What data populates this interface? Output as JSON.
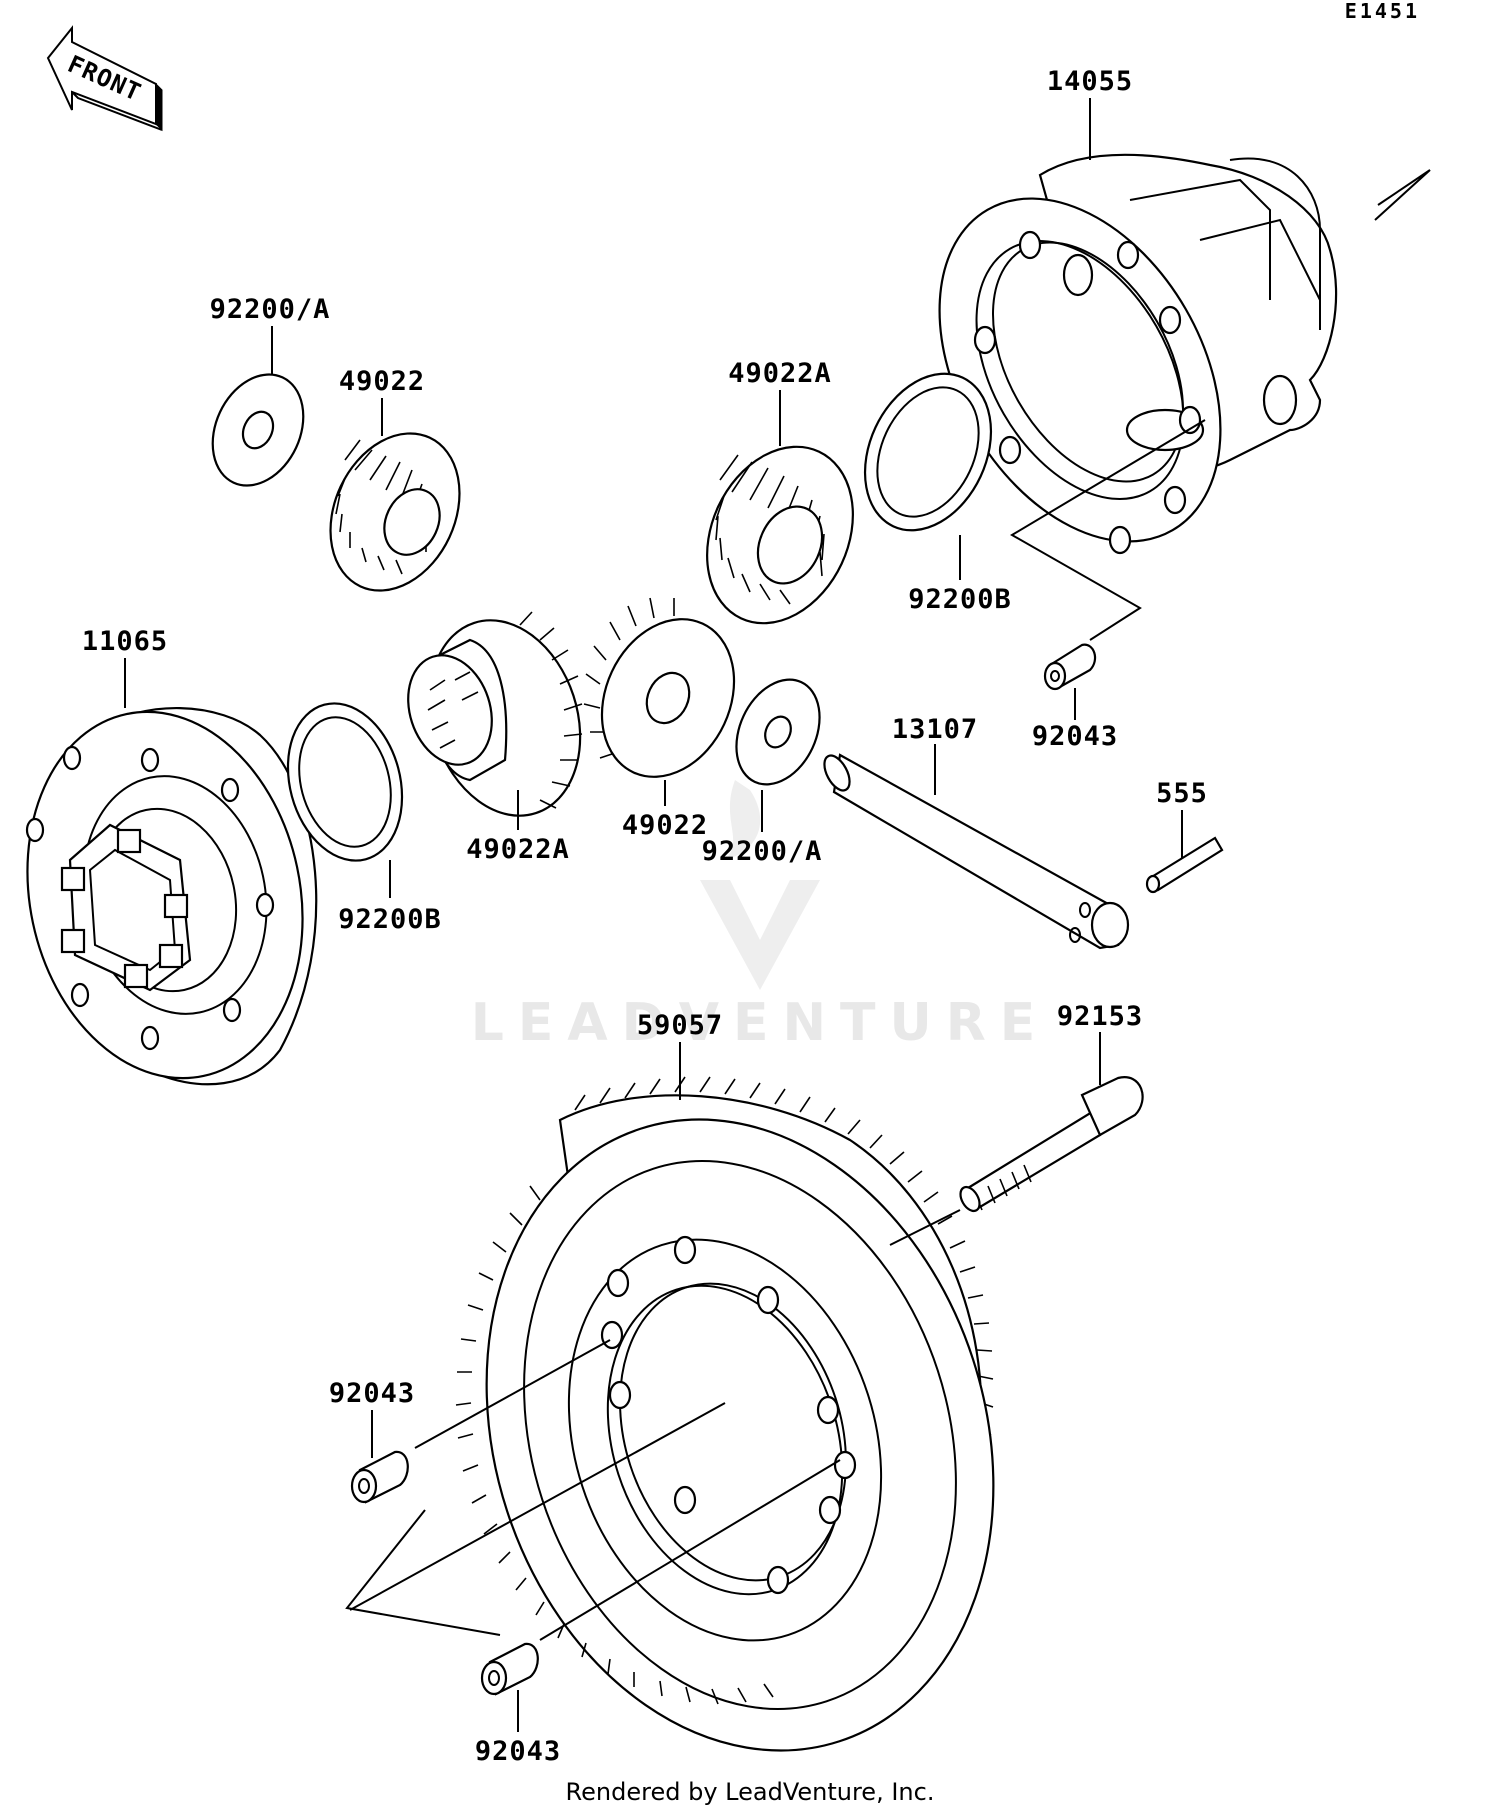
{
  "diagram": {
    "code": "E1451",
    "front_label": "FRONT",
    "watermark": "LEADVENTURE",
    "credit": "Rendered by LeadVenture, Inc."
  },
  "parts": [
    {
      "id": "p1",
      "number": "14055",
      "name": "differential-case"
    },
    {
      "id": "p2",
      "number": "92200/A",
      "name": "washer-a-upper"
    },
    {
      "id": "p3",
      "number": "49022",
      "name": "bevel-gear-upper"
    },
    {
      "id": "p4",
      "number": "49022A",
      "name": "bevel-gear-a-upper"
    },
    {
      "id": "p5",
      "number": "92200B",
      "name": "washer-b-upper"
    },
    {
      "id": "p6",
      "number": "11065",
      "name": "cover-flange"
    },
    {
      "id": "p7",
      "number": "92043",
      "name": "pin-upper"
    },
    {
      "id": "p8",
      "number": "13107",
      "name": "shaft"
    },
    {
      "id": "p9",
      "number": "555",
      "name": "pin-small"
    },
    {
      "id": "p10",
      "number": "49022",
      "name": "bevel-gear-lower"
    },
    {
      "id": "p11",
      "number": "92200/A",
      "name": "washer-a-lower"
    },
    {
      "id": "p12",
      "number": "49022A",
      "name": "bevel-gear-a-lower"
    },
    {
      "id": "p13",
      "number": "92200B",
      "name": "washer-b-lower"
    },
    {
      "id": "p14",
      "number": "59057",
      "name": "ring-gear"
    },
    {
      "id": "p15",
      "number": "92153",
      "name": "bolt"
    },
    {
      "id": "p16",
      "number": "92043",
      "name": "dowel-left"
    },
    {
      "id": "p17",
      "number": "92043",
      "name": "dowel-bottom"
    }
  ]
}
